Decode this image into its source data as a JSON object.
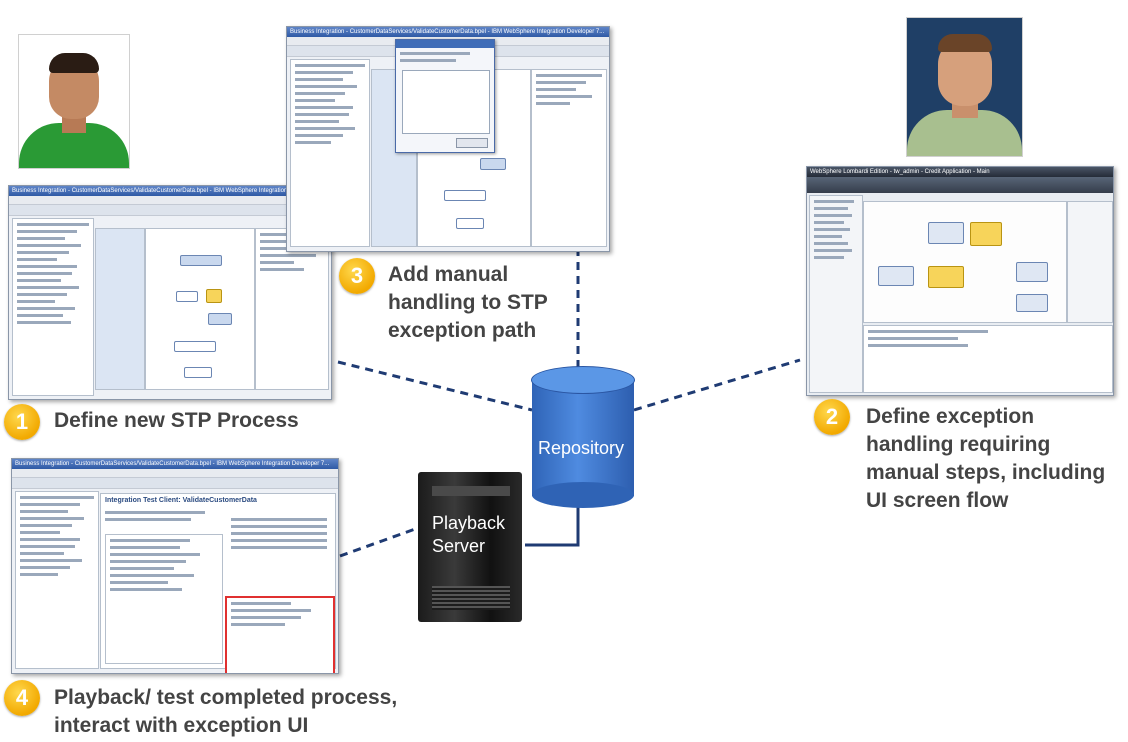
{
  "steps": [
    {
      "number": "1",
      "label_lines": [
        "Define new STP Process"
      ]
    },
    {
      "number": "2",
      "label_lines": [
        "Define exception",
        "handling requiring",
        "manual steps, including",
        "UI screen flow"
      ]
    },
    {
      "number": "3",
      "label_lines": [
        "Add manual",
        "handling to STP",
        "exception path"
      ]
    },
    {
      "number": "4",
      "label_lines": [
        "Playback/ test completed process,",
        "interact with exception UI"
      ]
    }
  ],
  "repository": {
    "label": "Repository"
  },
  "server": {
    "label_lines": [
      "Playback",
      "Server"
    ]
  },
  "screens": {
    "s1_title": "Business Integration - CustomerDataServices/ValidateCustomerData.bpel - IBM WebSphere Integration Developer 7...",
    "s3_title": "Business Integration - CustomerDataServices/ValidateCustomerData.bpel - IBM WebSphere Integration Developer 7...",
    "s2_title": "WebSphere Lombardi Edition - tw_admin - Credit Application - Main",
    "s4_title": "Business Integration - CustomerDataServices/ValidateCustomerData.bpel - IBM WebSphere Integration Developer 7...",
    "s4_heading": "Integration Test Client: ValidateCustomerData"
  },
  "colors": {
    "accent": "#f2a900",
    "repository": "#3a74c9",
    "connector": "#1f3b73",
    "highlight": "#e03030"
  }
}
